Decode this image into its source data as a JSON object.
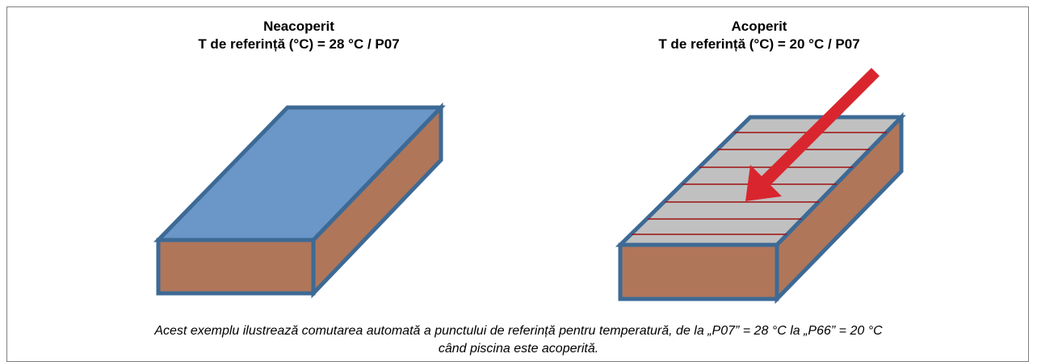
{
  "left_panel": {
    "label": "Neacoperit",
    "setpoint": "T de referință (°C) = 28 °C / P07",
    "state": "uncovered-pool-icon"
  },
  "right_panel": {
    "label": "Acoperit",
    "setpoint": "T de referință (°C) = 20 °C / P07",
    "state": "covered-pool-icon",
    "arrow": "red-arrow-icon"
  },
  "caption": {
    "line1": "Acest exemplu ilustrează comutarea automată a punctului de referință pentru temperatură, de la „P07” = 28 °C la „P66” = 20 °C",
    "line2": "când piscina este acoperită."
  },
  "colors": {
    "outline": "#3d6a95",
    "water": "#6a96c8",
    "wall": "#b0765a",
    "cover": "#c0c0c0",
    "slat_line": "#a01010",
    "arrow": "#d9262e",
    "frame_border": "#7f7f7f"
  }
}
